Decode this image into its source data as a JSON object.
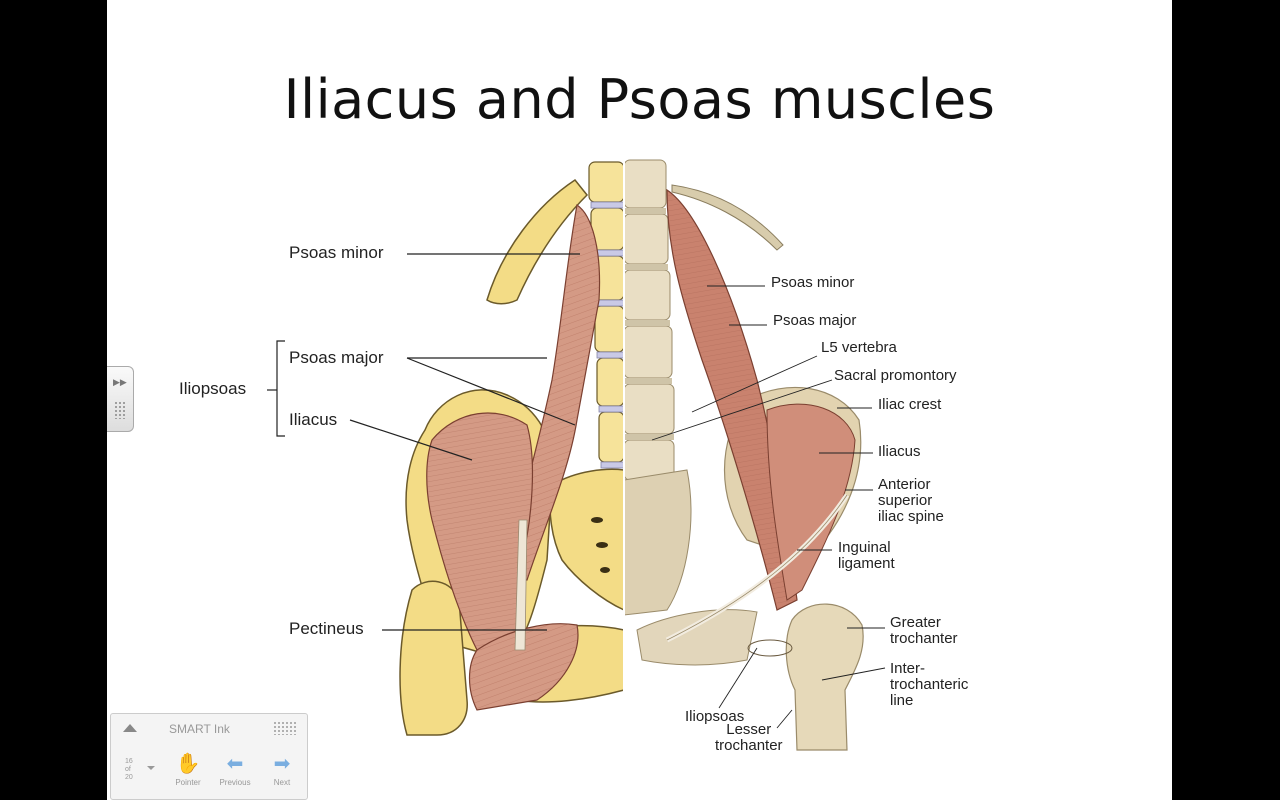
{
  "slide": {
    "title": "Iliacus and Psoas muscles",
    "left_labels": {
      "psoas_minor": "Psoas minor",
      "iliopsoas": "Iliopsoas",
      "psoas_major": "Psoas major",
      "iliacus": "Iliacus",
      "pectineus": "Pectineus"
    },
    "right_labels": {
      "psoas_minor": "Psoas minor",
      "psoas_major": "Psoas major",
      "l5_vertebra": "L5 vertebra",
      "sacral_promontory": "Sacral promontory",
      "iliac_crest": "Iliac crest",
      "iliacus": "Iliacus",
      "asis_1": "Anterior",
      "asis_2": "superior",
      "asis_3": "iliac spine",
      "inguinal_1": "Inguinal",
      "inguinal_2": "ligament",
      "greater_1": "Greater",
      "greater_2": "trochanter",
      "inter_1": "Inter-",
      "inter_2": "trochanteric",
      "inter_3": "line",
      "iliopsoas": "Iliopsoas",
      "lesser_1": "Lesser",
      "lesser_2": "trochanter"
    }
  },
  "smart_ink": {
    "title": "SMART Ink",
    "pager": [
      "16",
      "of",
      "20"
    ],
    "buttons": {
      "pointer": "Pointer",
      "previous": "Previous",
      "next": "Next"
    }
  },
  "colors": {
    "bone": "#f5df8a",
    "bone_right": "#e8dcc0",
    "muscle": "#d49a85",
    "muscle_dark": "#b8705e"
  }
}
